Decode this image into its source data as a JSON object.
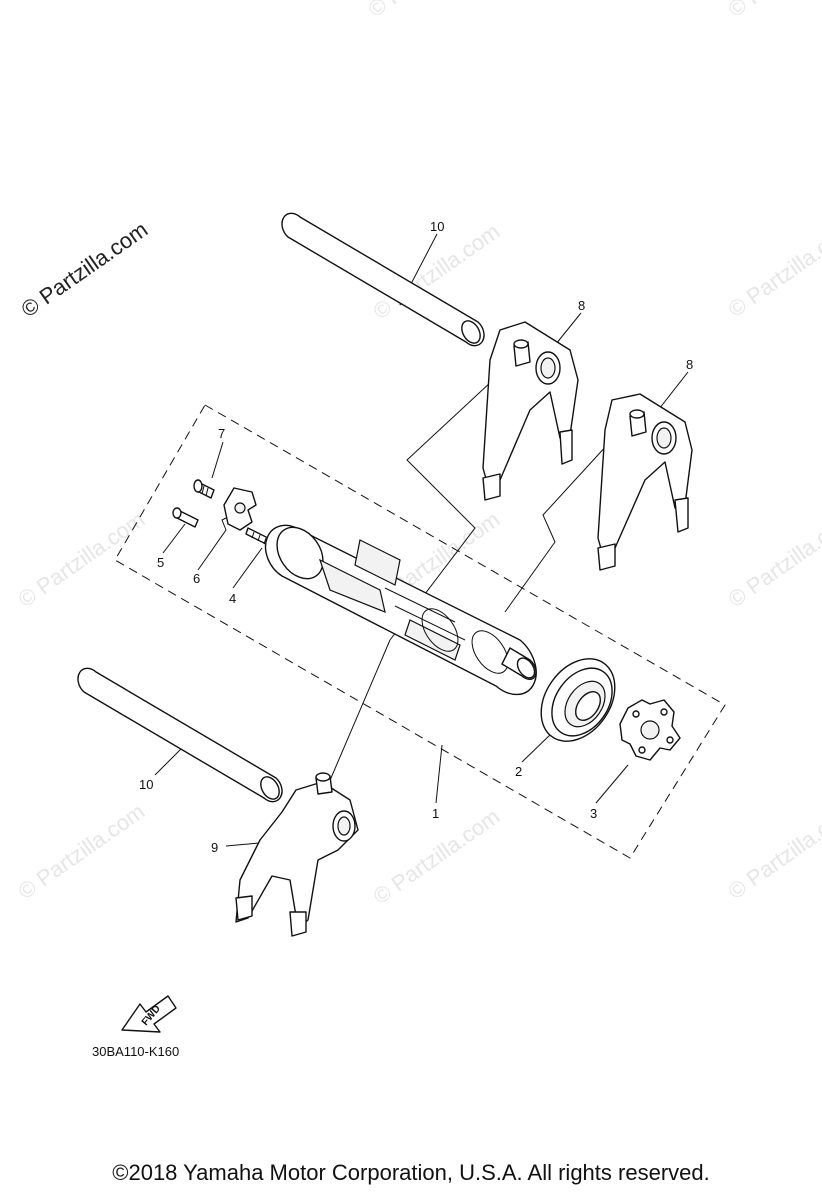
{
  "watermark": "© Partzilla.com",
  "diagram_code": "30BA110-K160",
  "fwd_label": "FWD",
  "copyright": "©2018 Yamaha Motor Corporation, U.S.A. All rights reserved.",
  "callouts": {
    "c10_top": "10",
    "c8_left": "8",
    "c8_right": "8",
    "c7": "7",
    "c5": "5",
    "c6": "6",
    "c4": "4",
    "c2": "2",
    "c1": "1",
    "c3": "3",
    "c10_bottom": "10",
    "c9": "9"
  }
}
